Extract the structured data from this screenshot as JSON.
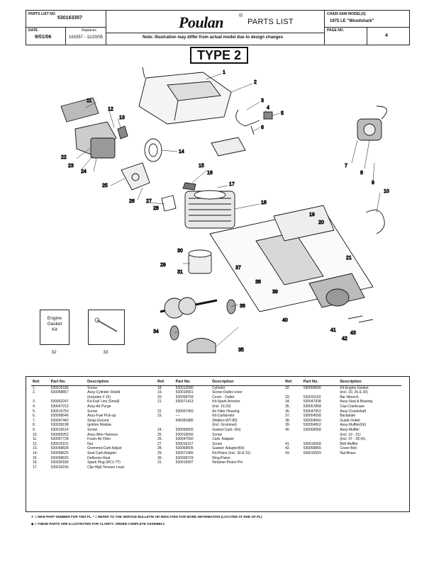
{
  "header": {
    "parts_list_no_label": "PARTS LIST NO.",
    "parts_list_no": "530163357",
    "date_label": "DATE",
    "date": "9/01/06",
    "replaces_label": "Replaces",
    "replaces": "163357 - 11/20/05",
    "brand": "Poulan",
    "brand_mark": "®",
    "title": "PARTS LIST",
    "model_label": "CHAIN SAW MODEL(s)",
    "model": "1975 LE \"Woodshark\"",
    "page_label": "PAGE NO.",
    "page": "4",
    "note": "Note: Illustration may differ from actual model due to design changes"
  },
  "diagram_label": "TYPE 2",
  "kits": {
    "engine_gasket": "Engine\nGasket\nKit",
    "engine_gasket_no": "32",
    "kit_33_no": "33"
  },
  "table": {
    "headers": [
      "Ref.",
      "Part No.",
      "Description",
      "Ref.",
      "Part No.",
      "Description",
      "Ref.",
      "Part No.",
      "Description"
    ],
    "rows": [
      [
        "1.",
        "530016185",
        "Screw",
        "18.",
        "530012580",
        "Cylinder",
        "32.",
        "530069606",
        "Kit-Engine Gasket"
      ],
      [
        "2.",
        "530058857",
        "Assy-Cylinder Shield",
        "19.",
        "530016561",
        "Screw-Outlet cover",
        "",
        "",
        "(incl. 20, 26 & 30)"
      ],
      [
        "",
        "",
        "(includes # 15)",
        "20.",
        "530058759",
        "Cover - Outlet",
        "33.",
        "530031163",
        "Bar Wrench"
      ],
      [
        "3.",
        "530052247",
        "Kit-Fuel Line (Small)",
        "21.",
        "530071413",
        "Kit-Spark Arrestor",
        "34.",
        "530047938",
        "Assy-Seal & Bearing"
      ],
      [
        "4.",
        "530047213",
        "Assy-Air Purge",
        "",
        "",
        "(incl. 19,20)",
        "35.",
        "530057858",
        "Cap-Crankcase"
      ],
      [
        "5.",
        "530016750",
        "Screw",
        "22.",
        "530057450",
        "Air Filter Housing",
        "36.",
        "530047062",
        "Assy-Crankshaft"
      ],
      [
        "6.",
        "530058546",
        "Assy-Fuel Pick-up",
        "23.",
        "----",
        "Kit-Carburetor",
        "37.",
        "530054558",
        "Backplate"
      ],
      [
        "7.",
        "530047442",
        "Strap-Ground",
        "",
        "545081885",
        "(Walbro-WT-89)",
        "38.",
        "530054560",
        "Guide-Outlet"
      ],
      [
        "8.",
        "530039198",
        "Ignition Module",
        "",
        "",
        "(Incl. Grommet)",
        "39.",
        "530054562",
        "Assy-Muffler(Kit)"
      ],
      [
        "9.",
        "530016514",
        "Screw",
        "24.",
        "530069605",
        "Gasket-Carb. (Kit)",
        "40.",
        "530069558",
        "Assy-Muffler"
      ],
      [
        "10.",
        "530055252",
        "Assy-Wire Harness",
        "25.",
        "530016556",
        "Screw",
        "",
        "",
        "(incl. 19 - 21)"
      ],
      [
        "11.",
        "530057728",
        "Foam-Air Filter",
        "26.",
        "530047050",
        "Carb. Adapter",
        "",
        "",
        "(incl. 37 - 39,41)"
      ],
      [
        "12.",
        "530015101",
        "Nut",
        "27.",
        "530016157",
        "Screw",
        "41.",
        "530016558",
        "Bolt-Muffler"
      ],
      [
        "13.",
        "530058828",
        "Grommet-Carb Adjust",
        "28.",
        "530069605",
        "Gasket- Adapter(Kit)",
        "42.",
        "530058855",
        "Cover-Bolt"
      ],
      [
        "14.",
        "530058625",
        "Seal-Carb Adapter",
        "29.",
        "530071405",
        "Kit-Piston (Incl. 30 & 31)",
        "43.",
        "530015559",
        "Nut-Brass"
      ],
      [
        "15.",
        "530058625",
        "Deflector-Heat",
        "30.",
        "530058729",
        "Ring-Piston",
        "",
        "",
        ""
      ],
      [
        "16.",
        "530030180",
        "Spark Plug (RCJ-7Y)",
        "31.",
        "530016997",
        "Retainer-Piston Pin",
        "",
        "",
        ""
      ],
      [
        "17.",
        "530016156",
        "Clip-High Tension Lead",
        "",
        "",
        "",
        "",
        "",
        ""
      ]
    ]
  },
  "footnotes": [
    "✔ = NEW PART NUMBER FOR THIS PL.      * = REFER TO THE SERVICE BULLETIN OR INDICATED FOR MORE INFORMATION (LOCATED AT END OF PL)",
    "◆ = THESE PARTS ARE ILLUSTRATED FOR CLARITY.  ORDER COMPLETE ASSEMBLY."
  ]
}
